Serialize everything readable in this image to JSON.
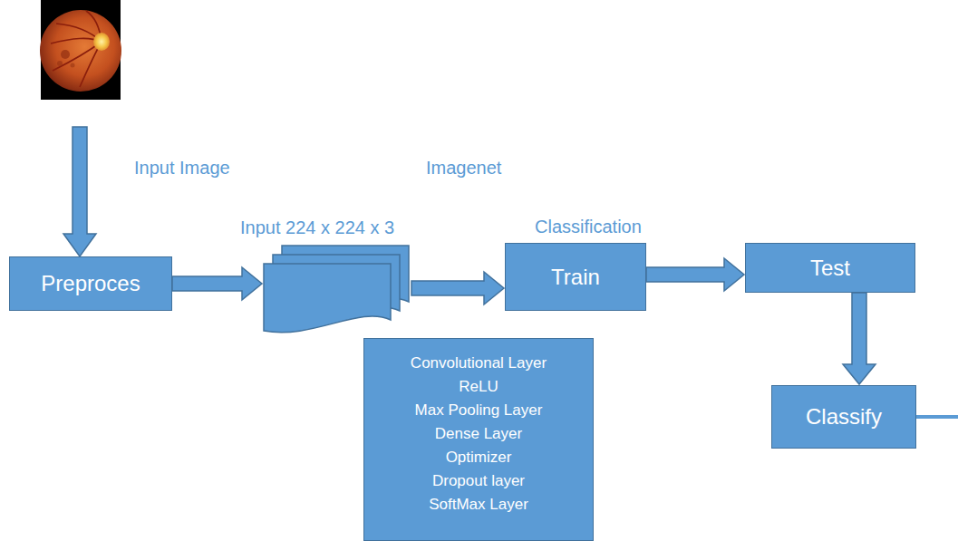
{
  "diagram": {
    "nodes": [
      {
        "text": [
          "Preproces"
        ]
      },
      {
        "text": [
          "Input 224 x 224 x 3"
        ]
      },
      {
        "text": [
          "Train"
        ]
      },
      {
        "text": [
          "Test"
        ]
      },
      {
        "text": [
          "Convolutional Layer",
          "ReLU",
          "Max Pooling Layer",
          "Dense Layer",
          "Optimizer",
          "Dropout layer",
          "SoftMax Layer"
        ]
      },
      {
        "text": [
          "Classify"
        ]
      }
    ],
    "edges": [
      {
        "from": 0,
        "to": 1,
        "arrow": "to"
      },
      {
        "from": 1,
        "to": 2,
        "arrow": "to"
      },
      {
        "from": 2,
        "to": 3,
        "arrow": "to"
      },
      {
        "from": 3,
        "to": 5,
        "arrow": "to"
      }
    ],
    "labels": [
      "Input Image",
      "Imagenet",
      "Classification"
    ]
  }
}
